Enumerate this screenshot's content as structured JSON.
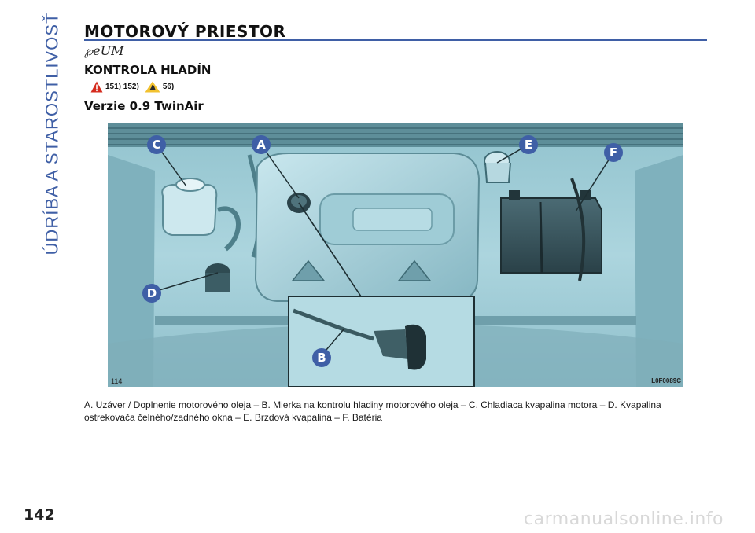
{
  "side_tab": {
    "label": "ÚDRÍBA A STAROSTLIVOSŤ"
  },
  "section": {
    "title": "MOTOROVÝ PRIESTOR",
    "script_mark": "℘eUM",
    "subtitle": "KONTROLA HLADÍN",
    "refs": {
      "warning_refs": "151) 152)",
      "environment_ref": "56)"
    },
    "version_title": "Verzie 0.9 TwinAir"
  },
  "figure": {
    "number": "114",
    "reference_code": "L0F0089C",
    "callouts": [
      "A",
      "B",
      "C",
      "D",
      "E",
      "F"
    ],
    "icons": [
      "warning-triangle-icon",
      "environment-bottle-icon"
    ],
    "colors": {
      "background": "#a9d3dd",
      "callout": "#3f5fa6",
      "accent": "#3f5fa6",
      "warning": "#d52b1e",
      "environment": "#f2c230"
    }
  },
  "caption": "A. Uzáver / Doplnenie motorového oleja – B. Mierka na kontrolu hladiny motorového oleja – C. Chladiaca kvapalina motora – D. Kvapalina ostrekovača čelného/zadného okna – E. Brzdová kvapalina – F. Batéria",
  "page_number": "142",
  "watermark": "carmanualsonline.info"
}
